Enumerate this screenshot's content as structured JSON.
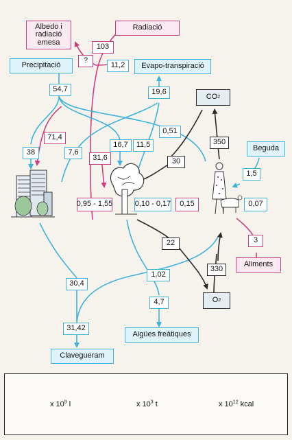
{
  "nodes": {
    "albedo": "Albedo i radiació emesa",
    "radiacio": "Radiació",
    "precipitacio": "Precipitació",
    "evapo": "Evapo-transpiració",
    "co2": "CO",
    "co2_sub": "2",
    "beguda": "Beguda",
    "aliments": "Aliments",
    "o2": "O",
    "o2_sub": "2",
    "aigues": "Aigües freàtiques",
    "clavegueram": "Clavegueram"
  },
  "values": {
    "v103": "103",
    "vq": "?",
    "v11_2": "11,2",
    "v54_7": "54,7",
    "v19_6": "19,6",
    "v71_4": "71,4",
    "v0_51": "0,51",
    "v350": "350",
    "v38": "38",
    "v7_6": "7,6",
    "v16_7": "16,7",
    "v11_5": "11,5",
    "v31_6": "31,6",
    "v30": "30",
    "v1_5": "1,5",
    "v095": "0,95 - 1,55",
    "v010": "0,10 - 0,17",
    "v015": "0,15",
    "v007": "0,07",
    "v22": "22",
    "v3": "3",
    "v330": "330",
    "v1_02": "1,02",
    "v30_4": "30,4",
    "v4_7": "4,7",
    "v31_42": "31,42"
  },
  "legend": {
    "water": "x 10",
    "water_exp": "9",
    "water_unit": " l",
    "mass": "x 10",
    "mass_exp": "3",
    "mass_unit": " t",
    "energy": "x 10",
    "energy_exp": "12",
    "energy_unit": " kcal"
  },
  "colors": {
    "water": "#3fb2dc",
    "mass": "#2a2a2a",
    "energy": "#cc3f7f"
  }
}
